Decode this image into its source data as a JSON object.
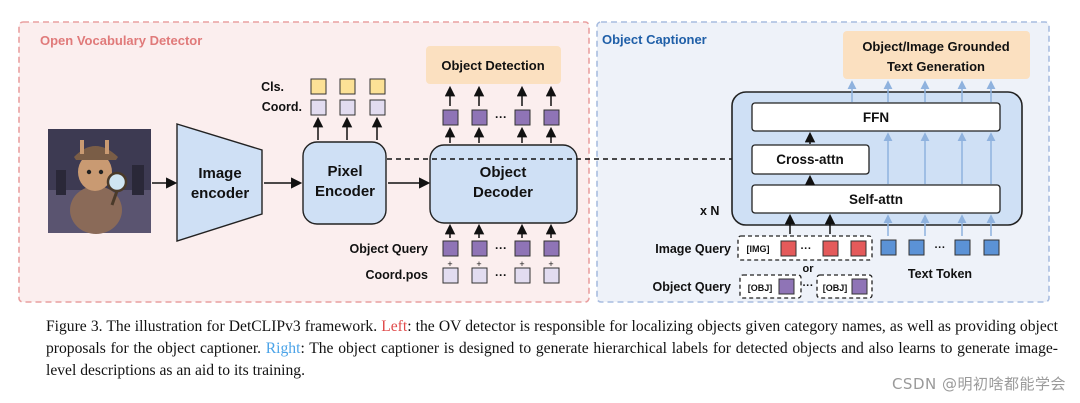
{
  "left_panel": {
    "title": "Open Vocabulary Detector"
  },
  "right_panel": {
    "title": "Object Captioner"
  },
  "image_encoder": {
    "line1": "Image",
    "line2": "encoder"
  },
  "pixel_encoder": {
    "line1": "Pixel",
    "line2": "Encoder"
  },
  "object_decoder": {
    "line1": "Object",
    "line2": "Decoder"
  },
  "object_detection": "Object Detection",
  "cls_label": "Cls.",
  "coord_label": "Coord.",
  "object_query_label": "Object Query",
  "coord_pos_label": "Coord.pos",
  "ellipsis": "···",
  "plus": "+",
  "text_generation": {
    "line1": "Object/Image Grounded",
    "line2": "Text Generation"
  },
  "ffn": "FFN",
  "cross_attn": "Cross-attn",
  "self_attn": "Self-attn",
  "xn": "x N",
  "image_query_label": "Image Query",
  "object_query_label_right": "Object Query",
  "img_token": "[IMG]",
  "obj_token": "[OBJ]",
  "or": "or",
  "text_token": "Text Token",
  "caption": {
    "part1": "Figure 3.  The illustration for DetCLIPv3 framework. ",
    "left": "Left",
    "part2": ": the OV detector is responsible for localizing objects given category names, as well as providing object proposals for the object captioner. ",
    "right": "Right",
    "part3": ": The object captioner is designed to generate hierarchical labels for detected objects and also learns to generate image-level descriptions as an aid to its training."
  },
  "watermark": "CSDN @明初啥都能学会",
  "colors": {
    "left_bg": "#fbeeee",
    "left_border": "#e9a0a0",
    "left_title": "#e07a7a",
    "right_bg": "#eef2f9",
    "right_border": "#a9bde0",
    "right_title": "#1f5fa8",
    "block": "#cfe0f5",
    "orange": "#fbe0c0",
    "yellow": "#fce196",
    "lavender": "#e2dcf0",
    "purple": "#8f74b6",
    "red": "#e45a5a",
    "blue": "#5b92d6"
  }
}
